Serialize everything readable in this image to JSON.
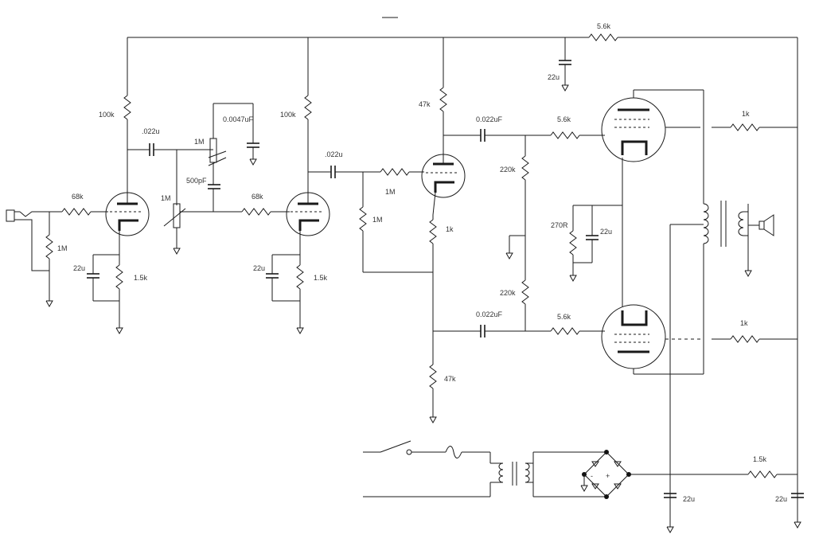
{
  "labels": {
    "r_plate1": "100k",
    "c_couple1": ".022u",
    "pot_1m_top": "1M",
    "c_0047": "0.0047uF",
    "c_500p": "500pF",
    "pot_1m_mid": "1M",
    "r_grid1": "68k",
    "r_in_1m": "1M",
    "c_cath1": "22u",
    "r_cath1": "1.5k",
    "r_plate2": "100k",
    "c_couple2": ".022u",
    "r_grid2": "68k",
    "c_cath2": "22u",
    "r_cath2": "1.5k",
    "r_pi_plate": "47k",
    "r_pi_grid": "1M",
    "r_pi_1m": "1M",
    "r_pi_1k": "1k",
    "r_pi_tail": "47k",
    "c_pi_top": "0.022uF",
    "c_pi_bot": "0.022uF",
    "r_bias_top": "220k",
    "r_bias_bot": "220k",
    "r_grid_top": "5.6k",
    "r_grid_bot": "5.6k",
    "r_cath_bias": "270R",
    "c_cath_bias": "22u",
    "r_screen_top": "1k",
    "r_screen_bot": "1k",
    "r_supply": "5.6k",
    "c_supply": "22u",
    "r_filter": "1.5k",
    "c_filter1": "22u",
    "c_filter2": "22u",
    "bridge_minus": "-",
    "bridge_plus": "+"
  }
}
